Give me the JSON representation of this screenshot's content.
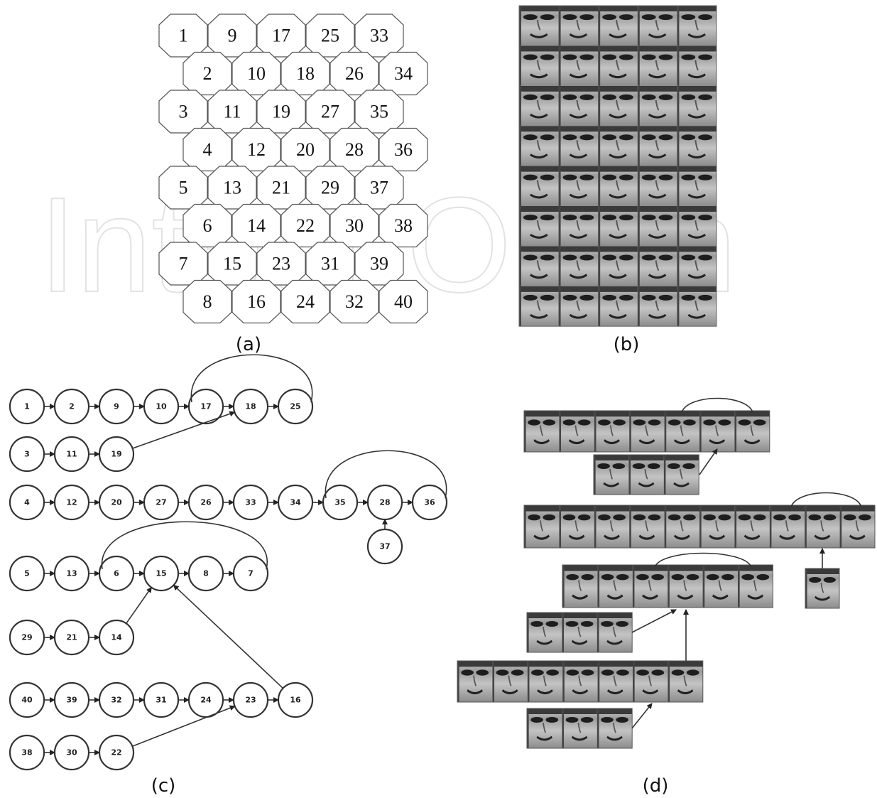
{
  "watermark": "IntechOpen",
  "panels": {
    "a": {
      "caption": "(a)",
      "rows": [
        [
          "1",
          "9",
          "17",
          "25",
          "33"
        ],
        [
          "2",
          "10",
          "18",
          "26",
          "34"
        ],
        [
          "3",
          "11",
          "19",
          "27",
          "35"
        ],
        [
          "4",
          "12",
          "20",
          "28",
          "36"
        ],
        [
          "5",
          "13",
          "21",
          "29",
          "37"
        ],
        [
          "6",
          "14",
          "22",
          "30",
          "38"
        ],
        [
          "7",
          "15",
          "23",
          "31",
          "39"
        ],
        [
          "8",
          "16",
          "24",
          "32",
          "40"
        ]
      ]
    },
    "b": {
      "caption": "(b)",
      "description": "8x5 grid of face image crops (SOM prototypes)"
    },
    "c": {
      "caption": "(c)",
      "chains": [
        [
          "1",
          "2",
          "9",
          "10",
          "17",
          "18",
          "25"
        ],
        [
          "3",
          "11",
          "19"
        ],
        [
          "4",
          "12",
          "20",
          "27",
          "26",
          "33",
          "34",
          "35",
          "28",
          "36"
        ],
        [
          "37"
        ],
        [
          "5",
          "13",
          "6",
          "15",
          "8",
          "7"
        ],
        [
          "29",
          "21",
          "14"
        ],
        [
          "40",
          "39",
          "32",
          "31",
          "24",
          "23",
          "16"
        ],
        [
          "38",
          "30",
          "22"
        ]
      ]
    },
    "d": {
      "caption": "(d)"
    }
  },
  "colors": {
    "line": "#333333",
    "hex_stroke": "#555555",
    "face_dark": "#2b2b2b",
    "face_light": "#d8d8d8"
  }
}
